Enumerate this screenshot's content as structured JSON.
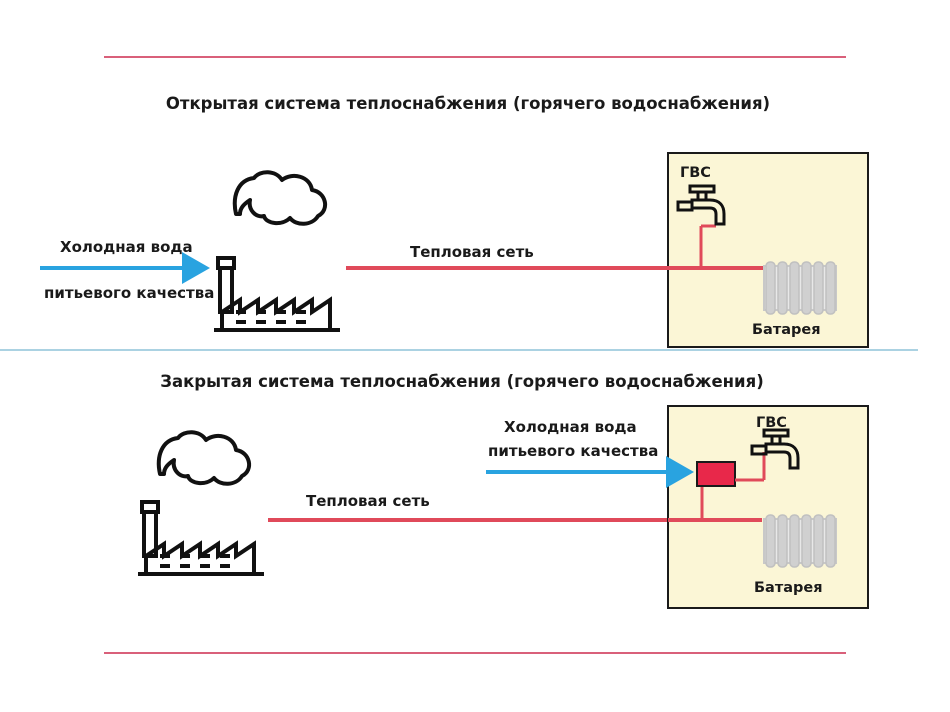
{
  "colors": {
    "accent_line": "#d9607a",
    "hot_pipe": "#e04a5a",
    "cold_pipe": "#29a3e0",
    "divider": "#8fc3d8",
    "building_fill": "#fbf6d6",
    "heat_exchanger": "#e8284a"
  },
  "open_system": {
    "title": "Открытая система теплоснабжения (горячего водоснабжения)",
    "cold_water_line1": "Холодная вода",
    "cold_water_line2": "питьевого качества",
    "heat_network": "Тепловая сеть",
    "dhw_label": "ГВС",
    "battery_label": "Батарея"
  },
  "closed_system": {
    "title": "Закрытая система теплоснабжения (горячего водоснабжения)",
    "cold_water_line1": "Холодная вода",
    "cold_water_line2": "питьевого качества",
    "heat_network": "Тепловая сеть",
    "dhw_label": "ГВС",
    "battery_label": "Батарея"
  },
  "icons": [
    "factory-icon",
    "smoke-icon",
    "faucet-icon",
    "radiator-icon",
    "heat-exchanger-icon"
  ]
}
